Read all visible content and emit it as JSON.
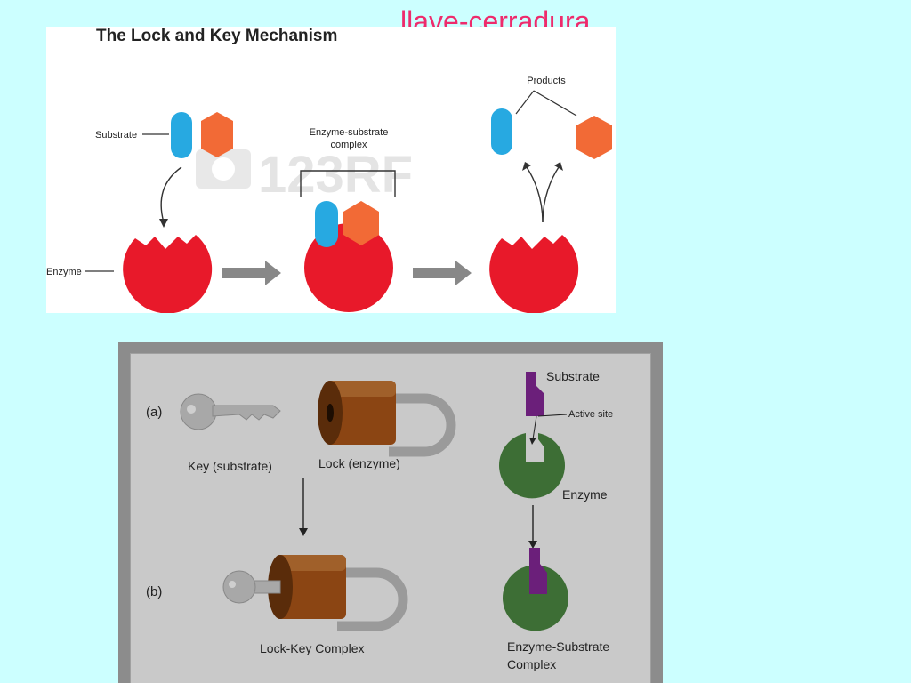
{
  "slide": {
    "title": "llave-cerradura"
  },
  "top_figure": {
    "title": "The Lock and Key Mechanism",
    "labels": {
      "substrate": "Substrate",
      "enzyme": "Enzyme",
      "complex_line1": "Enzyme-substrate",
      "complex_line2": "complex",
      "products": "Products"
    },
    "watermark": "123RF",
    "colors": {
      "enzyme": "#e8192a",
      "substrate_blue": "#27a9e1",
      "substrate_orange": "#f26a36",
      "arrow": "#888888"
    }
  },
  "bottom_figure": {
    "labels": {
      "part_a": "(a)",
      "part_b": "(b)",
      "key": "Key (substrate)",
      "lock": "Lock (enzyme)",
      "substrate": "Substrate",
      "active_site": "Active site",
      "enzyme": "Enzyme",
      "lock_key_complex": "Lock-Key Complex",
      "es_complex_line1": "Enzyme-Substrate",
      "es_complex_line2": "Complex"
    },
    "colors": {
      "lock_body": "#8b4513",
      "enzyme_green": "#3d6e35",
      "substrate_purple": "#6b1f7a",
      "key_gray": "#a8a8a8"
    }
  }
}
